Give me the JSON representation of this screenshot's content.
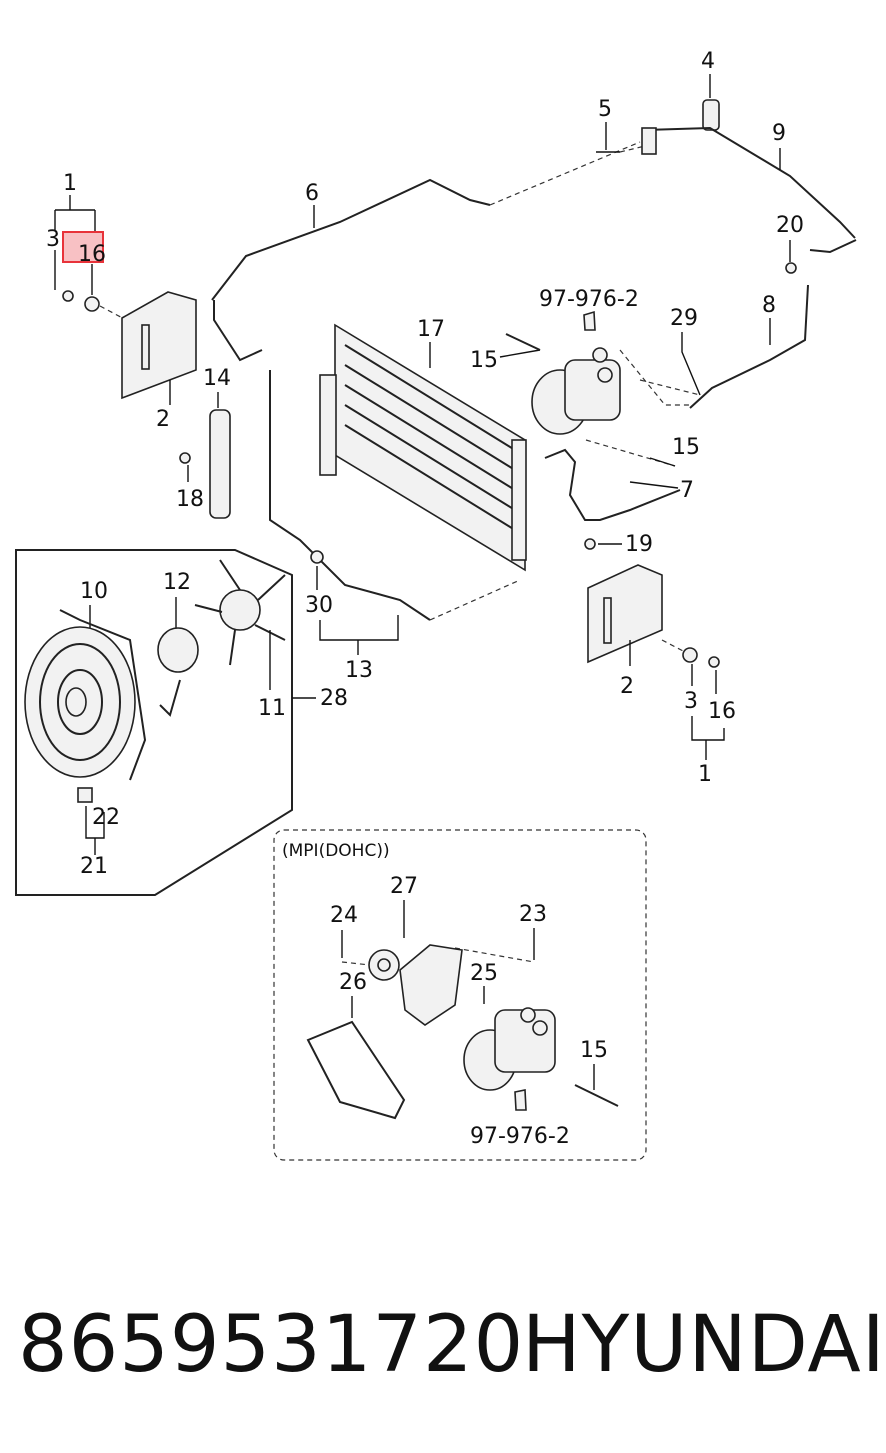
{
  "callouts": {
    "c1a": "1",
    "c3a": "3",
    "c16a": "16",
    "c2a": "2",
    "c6": "6",
    "c4": "4",
    "c5": "5",
    "c9": "9",
    "c20": "20",
    "c8": "8",
    "c29": "29",
    "c97a": "97-976-2",
    "c17": "17",
    "c15a": "15",
    "c14": "14",
    "c18": "18",
    "c15b": "15",
    "c7": "7",
    "c19": "19",
    "c2b": "2",
    "c3b": "3",
    "c16b": "16",
    "c1b": "1",
    "c30": "30",
    "c13": "13",
    "c10": "10",
    "c12": "12",
    "c11": "11",
    "c28": "28",
    "c22": "22",
    "c21": "21",
    "c27": "27",
    "c24": "24",
    "c23": "23",
    "c25": "25",
    "c26": "26",
    "c15c": "15",
    "c97b": "97-976-2"
  },
  "inset_title": "(MPI(DOHC))",
  "highlight_color": "#e8333a",
  "footer": {
    "part_number": "8659531720",
    "brand": "HYUNDAI"
  }
}
